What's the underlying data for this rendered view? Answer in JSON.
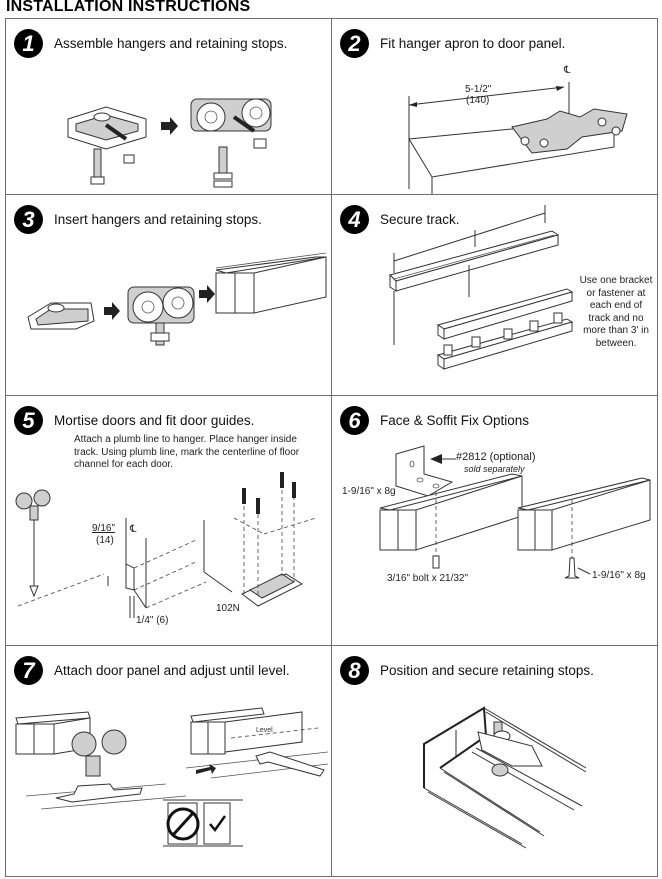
{
  "document": {
    "title": "INSTALLATION INSTRUCTIONS"
  },
  "steps": [
    {
      "number": "1",
      "title": "Assemble hangers and retaining stops."
    },
    {
      "number": "2",
      "title": "Fit hanger apron to door panel.",
      "labels": {
        "dimension": "5-1/2\"",
        "dimension_metric": "(140)",
        "centerline": "℄"
      }
    },
    {
      "number": "3",
      "title": "Insert hangers and retaining stops."
    },
    {
      "number": "4",
      "title": "Secure track.",
      "note": "Use one bracket or fastener at each end of track and no more than 3' in between."
    },
    {
      "number": "5",
      "title": "Mortise doors and fit door guides.",
      "note": "Attach a plumb line to hanger. Place hanger inside track. Using plumb line, mark the centerline of floor channel for each door.",
      "labels": {
        "depth": "9/16\"",
        "depth_metric": "(14)",
        "centerline": "℄",
        "width": "1/4\" (6)",
        "part": "102N"
      }
    },
    {
      "number": "6",
      "title": "Face & Soffit Fix Options",
      "labels": {
        "bracket": "#2812 (optional)",
        "bracket_note": "sold separately",
        "screw_left": "1-9/16\" x 8g",
        "bolt": "3/16\" bolt x 21/32\"",
        "screw_right": "1-9/16\" x 8g"
      }
    },
    {
      "number": "7",
      "title": "Attach door panel and adjust until level.",
      "labels": {
        "level": "Level"
      }
    },
    {
      "number": "8",
      "title": "Position and secure retaining stops."
    }
  ]
}
